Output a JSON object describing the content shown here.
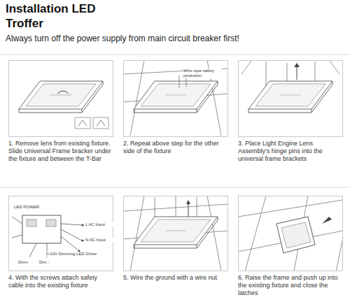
{
  "diagram": {
    "title": "Installation LED Troffer",
    "nodes": [
      {
        "text": [
          "1. Remove lens from existing fixture. Slide Universal Frame bracker under the fixture and between the T-Bar"
        ]
      },
      {
        "text": [
          "2. Repeat above step for the other side of the fixture"
        ]
      },
      {
        "text": [
          "3. Place Light Engine Lens Assembly's hinge pins into the universal frame brackets"
        ]
      },
      {
        "text": [
          "4. With the screws attach safety cable into the existing fixture"
        ]
      },
      {
        "text": [
          "5. Wire the ground with a wire nut"
        ]
      },
      {
        "text": [
          "6. Raise the frame and push up into the existing fixture and close the latches"
        ]
      }
    ],
    "labels": [
      "Always turn off the power supply from main circuit breaker first!",
      "Wire rope safety protection",
      "LED POWER",
      "L AC Input",
      "N AC Input",
      "0-10V Dimming LED Driver",
      "Dim+",
      "Dim -"
    ]
  }
}
